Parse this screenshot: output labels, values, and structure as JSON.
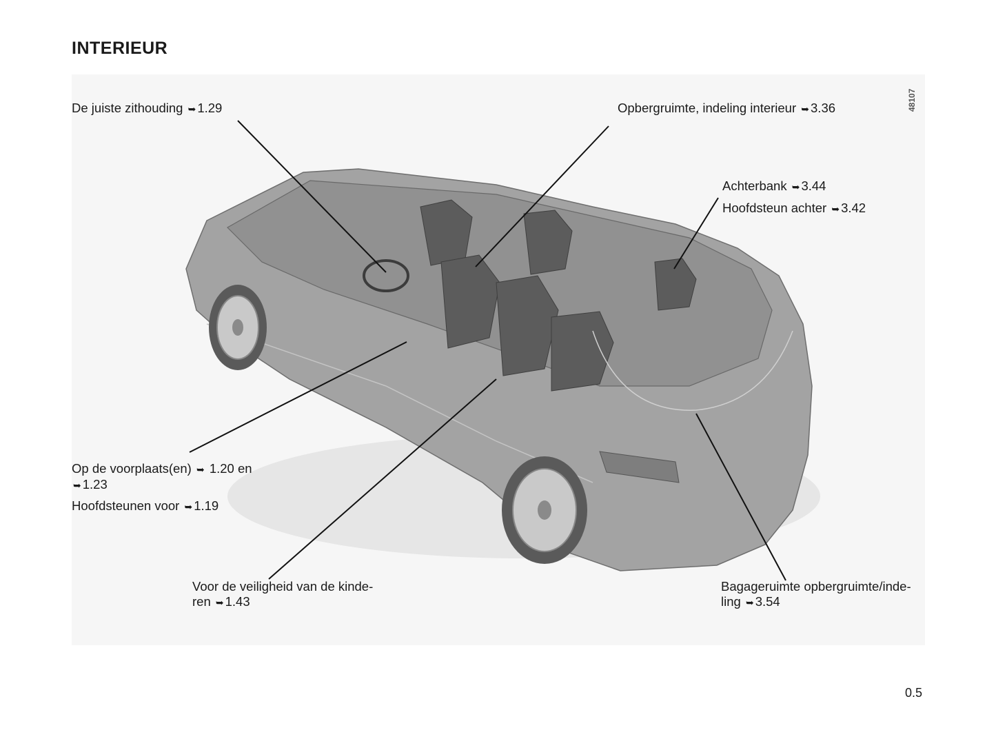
{
  "page": {
    "title": "INTERIEUR",
    "figure_number": "48107",
    "page_number": "0.5"
  },
  "arrow_symbol": "➥",
  "callouts": {
    "zithouding": {
      "text": "De juiste zithouding",
      "ref": "1.29"
    },
    "opbergruimte": {
      "text": "Opbergruimte, indeling interieur",
      "ref": "3.36"
    },
    "achterbank": {
      "text": "Achterbank",
      "ref": "3.44"
    },
    "hoofdsteun_achter": {
      "text": "Hoofdsteun achter",
      "ref": "3.42"
    },
    "voorplaatsen": {
      "text": "Op de voorplaats(en)",
      "ref": "1.20",
      "joiner": "en",
      "ref2": "1.23"
    },
    "hoofdsteunen_voor": {
      "text": "Hoofdsteunen voor",
      "ref": "1.19"
    },
    "kinderen": {
      "text_line1": "Voor de veiligheid van de kinde-",
      "text_line2": "ren",
      "ref": "1.43"
    },
    "bagageruimte": {
      "text_line1": "Bagageruimte opbergruimte/inde-",
      "text_line2": "ling",
      "ref": "3.54"
    }
  },
  "colors": {
    "car_body": "#9a9a9a",
    "car_shadow": "#7a7a7a",
    "panel": "#f6f6f6",
    "leader_line": "#111111"
  }
}
